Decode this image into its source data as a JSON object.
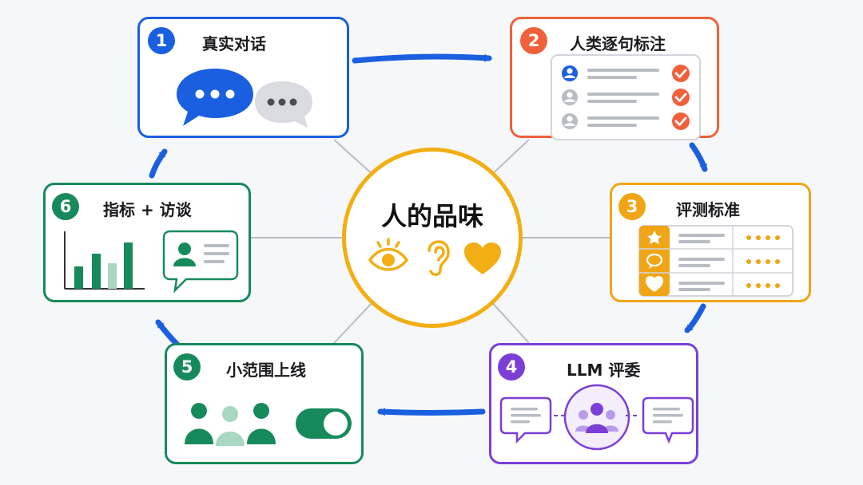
{
  "center": {
    "title": "人的品味",
    "icons": [
      "eye-icon",
      "ear-icon",
      "heart-icon"
    ],
    "color": "#f2ae12"
  },
  "steps": [
    {
      "number": "1",
      "title": "真实对话",
      "color": "#1a5fe0",
      "icons": [
        "chat-bubble-blue-icon",
        "chat-bubble-gray-icon"
      ]
    },
    {
      "number": "2",
      "title": "人类逐句标注",
      "color": "#f0603a",
      "icons": [
        "user-icon",
        "check-icon"
      ]
    },
    {
      "number": "3",
      "title": "评测标准",
      "color": "#f0a516",
      "icons": [
        "star-icon",
        "speech-icon",
        "heart-icon"
      ]
    },
    {
      "number": "4",
      "title": "LLM 评委",
      "color": "#7b3fd6",
      "icons": [
        "message-icon",
        "group-icon"
      ]
    },
    {
      "number": "5",
      "title": "小范围上线",
      "color": "#178a5c",
      "icons": [
        "people-icon",
        "toggle-icon"
      ]
    },
    {
      "number": "6",
      "title": "指标 + 访谈",
      "color": "#178a5c",
      "icons": [
        "bar-chart-icon",
        "profile-card-icon"
      ]
    }
  ],
  "colors": {
    "arrow": "#1a5fe0",
    "connector": "#b8bcc4",
    "background": "#f6f7f9"
  }
}
